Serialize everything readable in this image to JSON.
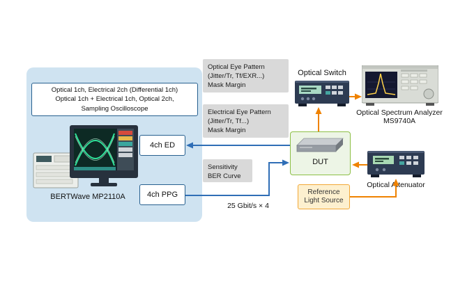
{
  "panel": {
    "capability": [
      "Optical 1ch, Electrical 2ch (Differential 1ch)",
      "Optical 1ch + Electrical 1ch, Optical 2ch,",
      "Sampling Oscilloscope"
    ],
    "device_label": "BERTWave MP2110A",
    "ed_label": "4ch ED",
    "ppg_label": "4ch PPG"
  },
  "notes": {
    "optical_eye": [
      "Optical Eye Pattern",
      "(Jitter/Tr, Tf/EXR...)",
      "Mask Margin"
    ],
    "electrical_eye": [
      "Electrical Eye Pattern",
      "(Jitter/Tr, Tf...)",
      "Mask Margin"
    ],
    "sensitivity": [
      "Sensitivity",
      "BER Curve"
    ]
  },
  "devices": {
    "optical_switch": "Optical Switch",
    "osa": [
      "Optical Spectrum Analyzer",
      "MS9740A"
    ],
    "dut": "DUT",
    "reference_light_source": [
      "Reference",
      "Light Source"
    ],
    "optical_attenuator": "Optical Attenuator"
  },
  "connections": {
    "bitrate_label": "25 Gbit/s × 4",
    "electrical_signal_color": "#2f6eb6",
    "optical_path_color": "#ef8200"
  },
  "colors": {
    "panel_bg": "#cfe3f1",
    "box_border": "#27608f",
    "note_bg": "#d9d9d9",
    "dut_bg": "#edf5e6",
    "dut_border": "#8cbf45",
    "rls_bg": "#fdf0cf",
    "rls_border": "#f2a735"
  }
}
